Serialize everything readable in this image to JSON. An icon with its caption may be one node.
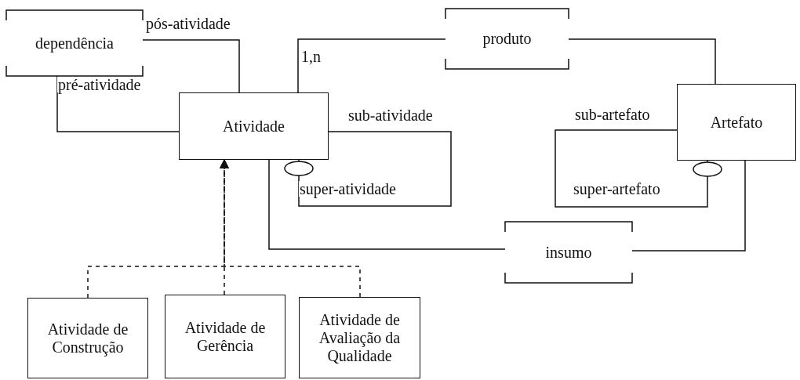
{
  "diagram": {
    "nodes": [
      {
        "text": [
          "dependência"
        ]
      },
      {
        "text": [
          "produto"
        ]
      },
      {
        "text": [
          "Atividade"
        ]
      },
      {
        "text": [
          "Artefato"
        ]
      },
      {
        "text": [
          "insumo"
        ]
      },
      {
        "text": [
          "Atividade de Construção"
        ]
      },
      {
        "text": [
          "Atividade de Gerência"
        ]
      },
      {
        "text": [
          "Atividade de Avaliação da Qualidade"
        ]
      }
    ],
    "edges": [
      {
        "from": 0,
        "to": 2,
        "arrow": "none",
        "label": "pós-atividade"
      },
      {
        "from": 0,
        "to": 2,
        "arrow": "none",
        "label": "pré-atividade"
      },
      {
        "from": 2,
        "to": 1,
        "arrow": "none",
        "label": "1,n"
      },
      {
        "from": 1,
        "to": 3,
        "arrow": "none"
      },
      {
        "from": 2,
        "to": 2,
        "arrow": "other"
      },
      {
        "from": 3,
        "to": 3,
        "arrow": "other"
      },
      {
        "from": 2,
        "to": 4,
        "arrow": "none"
      },
      {
        "from": 4,
        "to": 3,
        "arrow": "none"
      },
      {
        "from": 5,
        "to": 2,
        "arrow": "to",
        "style": "dashed"
      },
      {
        "from": 6,
        "to": 2,
        "arrow": "to",
        "style": "dashed"
      },
      {
        "from": 7,
        "to": 2,
        "arrow": "to",
        "style": "dashed"
      }
    ],
    "labels": [
      "sub-atividade",
      "super-atividade",
      "sub-artefato",
      "super-artefato"
    ]
  }
}
